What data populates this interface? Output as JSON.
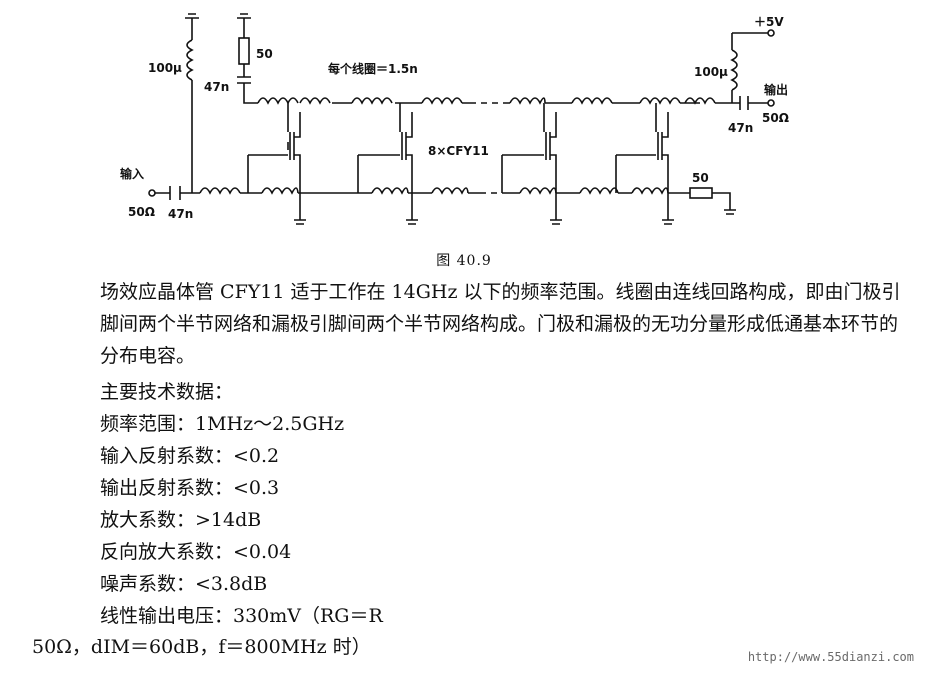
{
  "figure": {
    "caption": "图 40.9",
    "labels": {
      "inductor_in": "100μ",
      "res_gate_top": "50",
      "cap_gate": "47n",
      "coil_note": "每个线圈＝1.5n",
      "transistor_note": "8×CFY11",
      "input": "输入",
      "input_impedance": "50Ω",
      "cap_in": "47n",
      "supply": "＋5V",
      "inductor_out": "100μ",
      "output": "输出",
      "cap_out": "47n",
      "output_impedance": "50Ω",
      "res_term": "50"
    }
  },
  "body": {
    "paragraph": "场效应晶体管 CFY11 适于工作在 14GHz 以下的频率范围。线圈由连线回路构成，即由门极引脚间两个半节网络和漏极引脚间两个半节网络构成。门极和漏极的无功分量形成低通基本环节的分布电容。",
    "specs": [
      "主要技术数据：",
      "频率范围：1MHz～2.5GHz",
      "输入反射系数：<0.2",
      "输出反射系数：<0.3",
      "放大系数：>14dB",
      "反向放大系数：<0.04",
      "噪声系数：<3.8dB",
      "线性输出电压：330mV（RG＝R"
    ],
    "last_line": "50Ω，dIM＝60dB，f＝800MHz 时）"
  },
  "watermark": "http://www.55dianzi.com"
}
